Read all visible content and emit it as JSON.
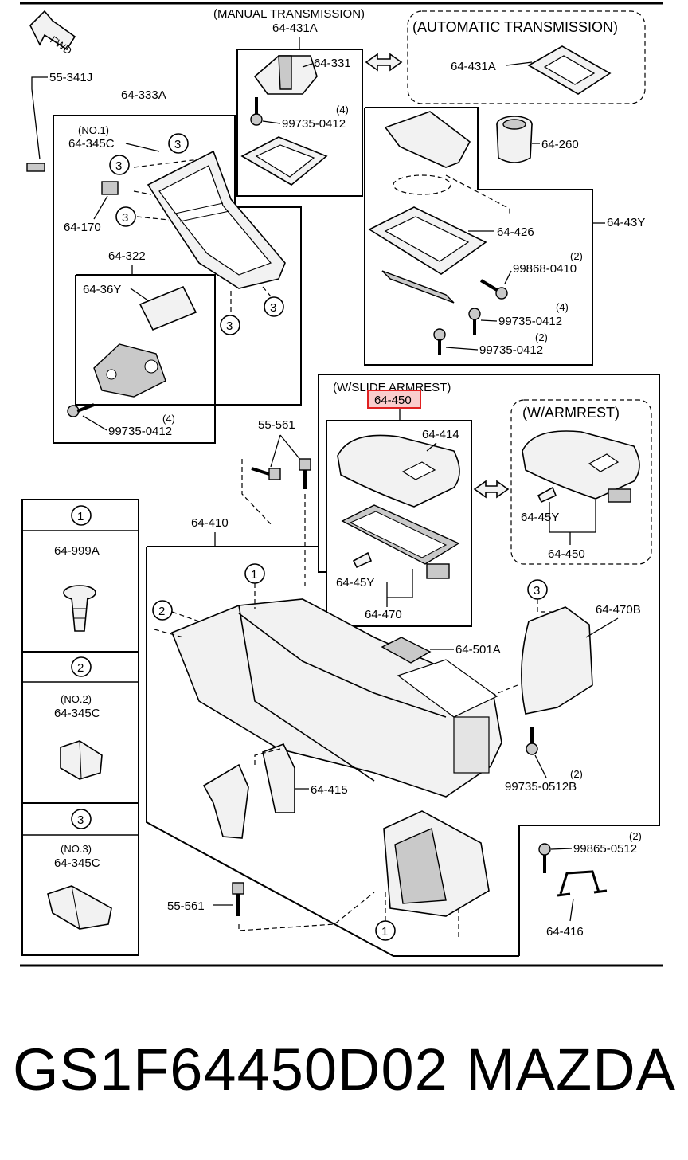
{
  "diagram": {
    "fwd_label": "FWD",
    "manual_header": "(MANUAL TRANSMISSION)",
    "automatic_header": "(AUTOMATIC TRANSMISSION)",
    "slide_armrest_header": "(W/SLIDE ARMREST)",
    "armrest_header": "(W/ARMREST)",
    "highlight_color": "#e02020",
    "callouts": {
      "c_55_341J": "55-341J",
      "c_64_333A": "64-333A",
      "c_no1": "(NO.1)",
      "c_64_345C": "64-345C",
      "c_64_170": "64-170",
      "c_64_322": "64-322",
      "c_64_36Y": "64-36Y",
      "c_99735_0412_a": "99735-0412",
      "c_qty4_a": "(4)",
      "c_64_431A_top": "64-431A",
      "c_64_331": "64-331",
      "c_99735_0412_b": "99735-0412",
      "c_qty4_b": "(4)",
      "c_64_431A_auto": "64-431A",
      "c_64_260": "64-260",
      "c_64_426": "64-426",
      "c_64_43Y": "64-43Y",
      "c_99868_0410": "99868-0410",
      "c_qty2_a": "(2)",
      "c_99735_0412_c": "99735-0412",
      "c_qty4_c": "(4)",
      "c_99735_0412_d": "99735-0412",
      "c_qty2_b": "(2)",
      "c_64_450_hl": "64-450",
      "c_64_414": "64-414",
      "c_64_45Y_a": "64-45Y",
      "c_64_470": "64-470",
      "c_64_45Y_b": "64-45Y",
      "c_64_450_b": "64-450",
      "c_55_561_a": "55-561",
      "c_64_410": "64-410",
      "c_64_501A": "64-501A",
      "c_64_470B": "64-470B",
      "c_99735_0512B": "99735-0512B",
      "c_qty2_c": "(2)",
      "c_64_415": "64-415",
      "c_55_561_b": "55-561",
      "c_99865_0512": "99865-0512",
      "c_qty2_d": "(2)",
      "c_64_416": "64-416"
    },
    "circle_refs": [
      "1",
      "2",
      "3"
    ],
    "legend": [
      {
        "num": "1",
        "sub": "",
        "code": "64-999A"
      },
      {
        "num": "2",
        "sub": "(NO.2)",
        "code": "64-345C"
      },
      {
        "num": "3",
        "sub": "(NO.3)",
        "code": "64-345C"
      }
    ]
  },
  "footer": {
    "part_number": "GS1F64450D02",
    "brand": "MAZDA"
  }
}
